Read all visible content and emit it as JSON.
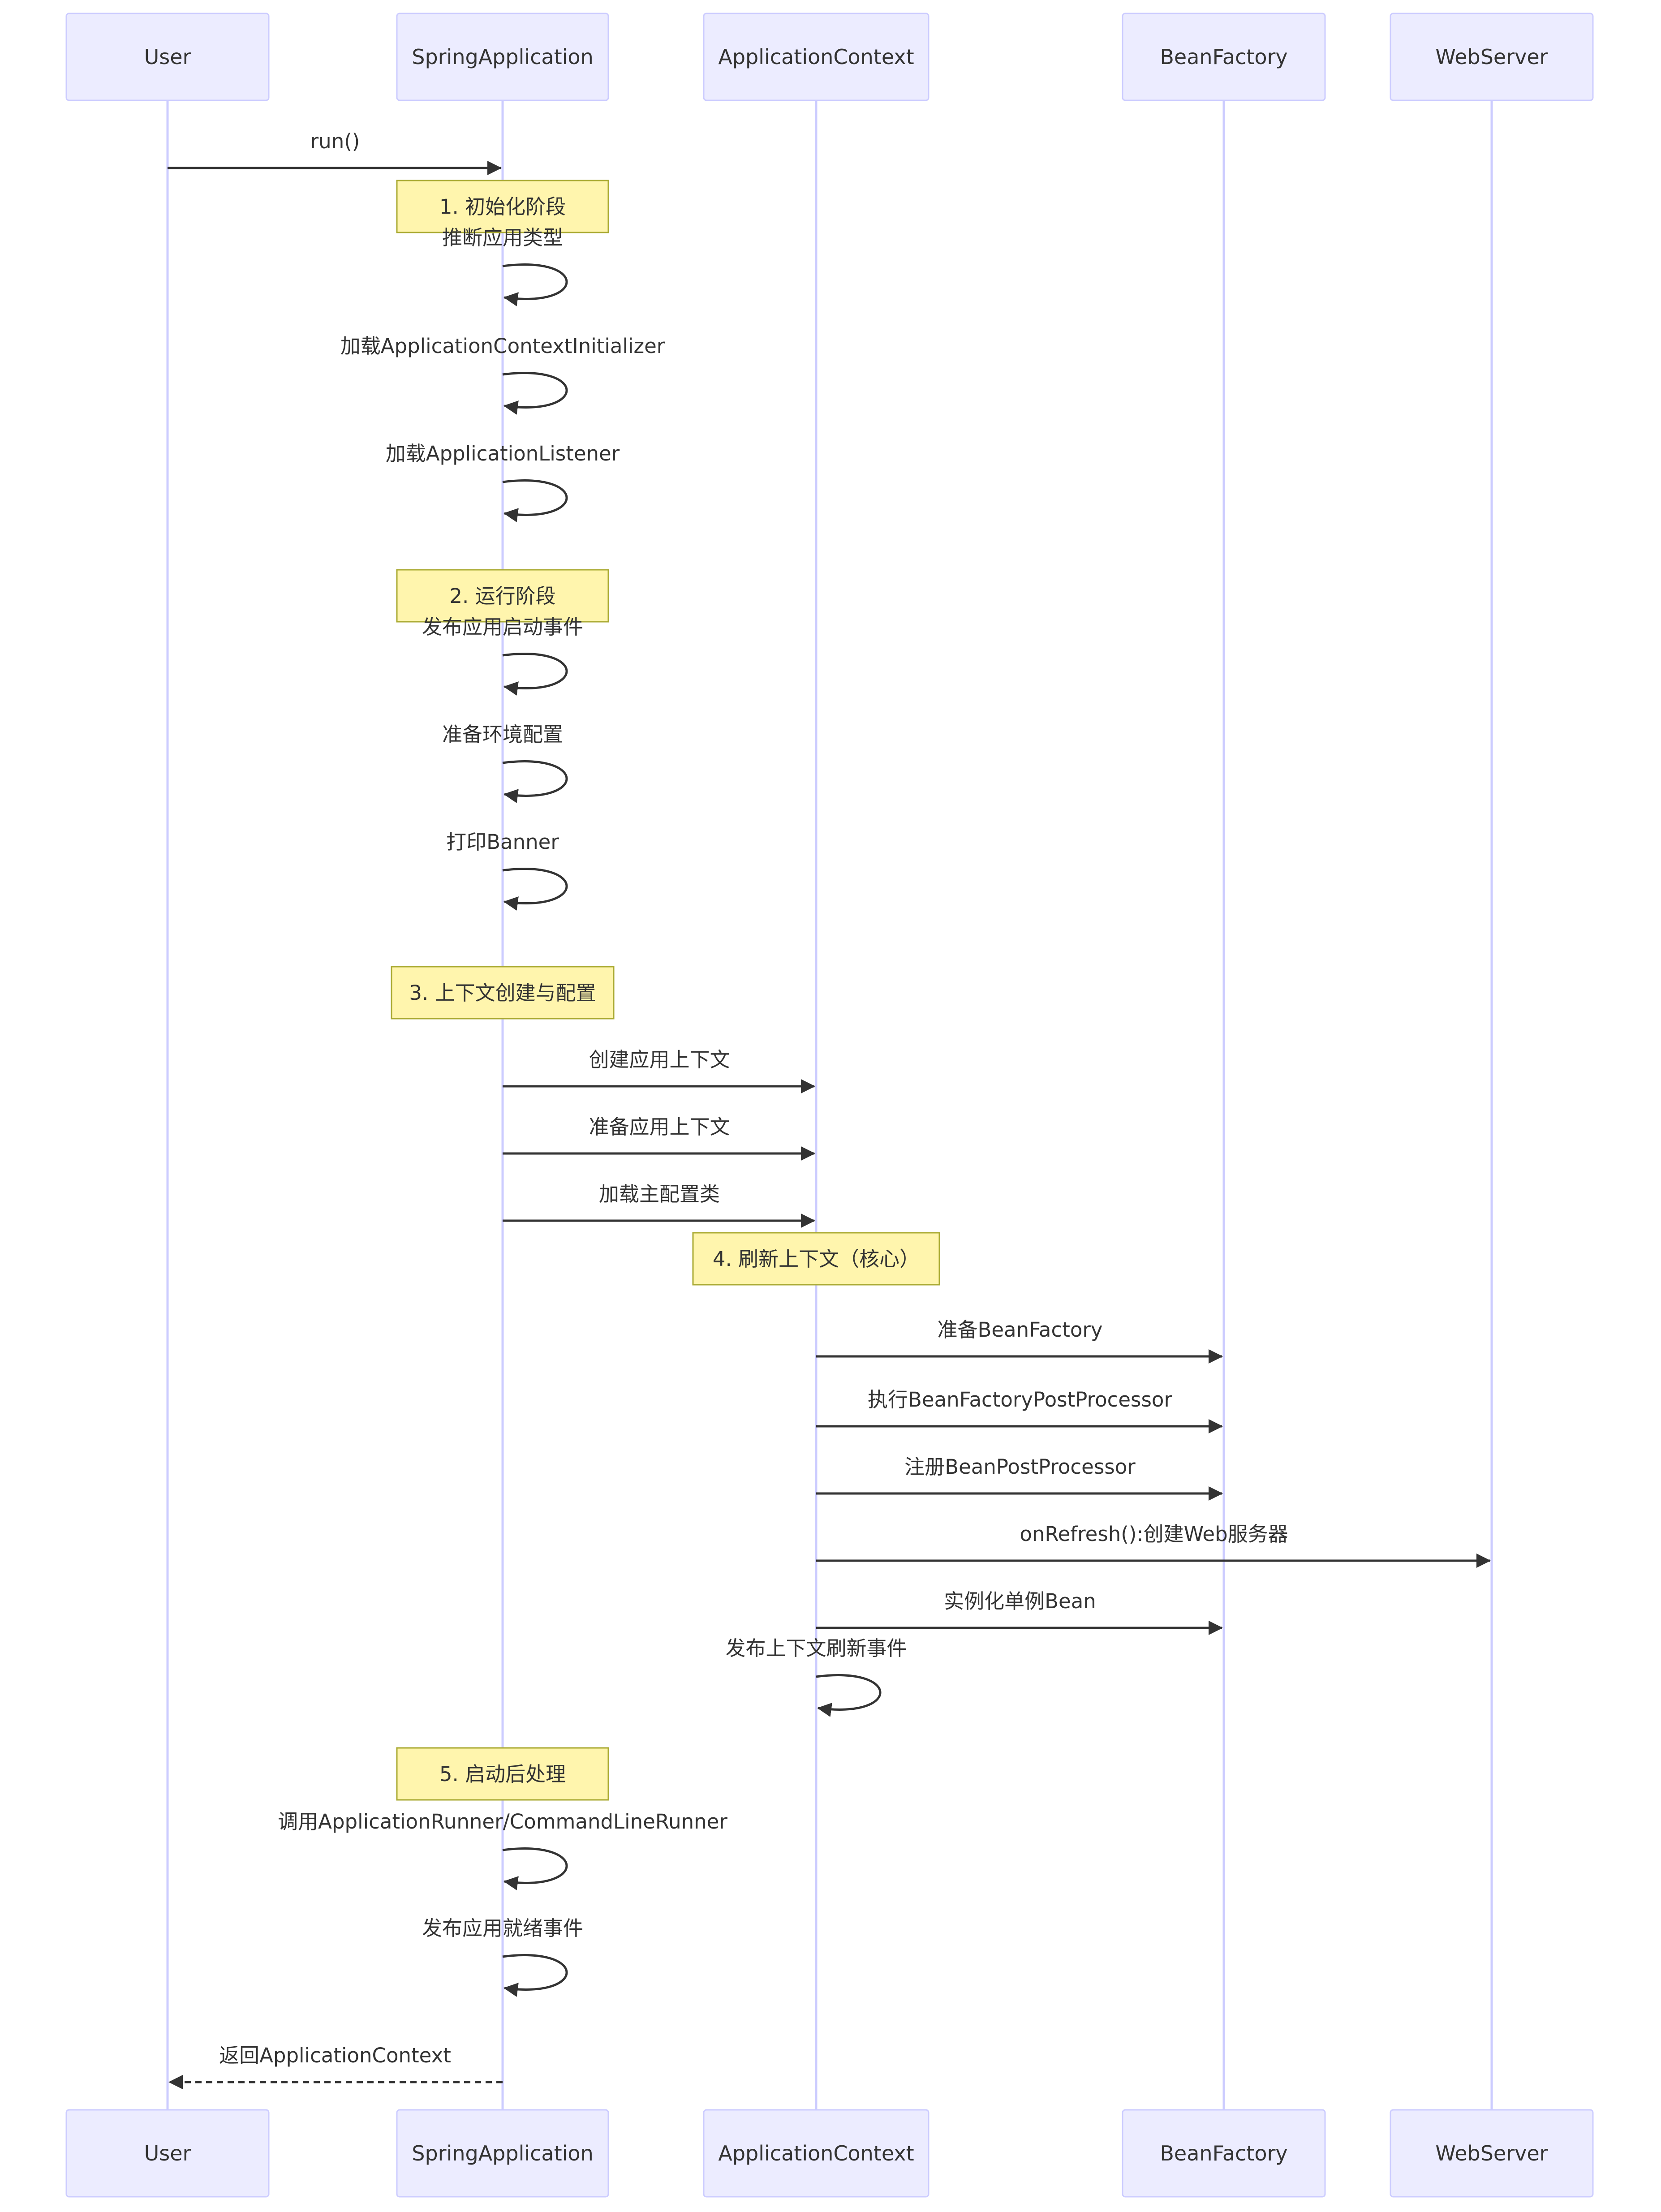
{
  "participants": [
    {
      "id": "user",
      "label": "User"
    },
    {
      "id": "app",
      "label": "SpringApplication"
    },
    {
      "id": "ctx",
      "label": "ApplicationContext"
    },
    {
      "id": "bf",
      "label": "BeanFactory"
    },
    {
      "id": "ws",
      "label": "WebServer"
    }
  ],
  "notes": [
    {
      "label": "1. 初始化阶段",
      "over": "app"
    },
    {
      "label": "2. 运行阶段",
      "over": "app"
    },
    {
      "label": "3. 上下文创建与配置",
      "over": "app"
    },
    {
      "label": "4. 刷新上下文（核心）",
      "over": "ctx"
    },
    {
      "label": "5. 启动后处理",
      "over": "app"
    }
  ],
  "messages": [
    {
      "from": "user",
      "to": "app",
      "label": "run()",
      "style": "solid"
    },
    {
      "from": "app",
      "to": "app",
      "label": "推断应用类型",
      "style": "solid"
    },
    {
      "from": "app",
      "to": "app",
      "label": "加载ApplicationContextInitializer",
      "style": "solid"
    },
    {
      "from": "app",
      "to": "app",
      "label": "加载ApplicationListener",
      "style": "solid"
    },
    {
      "from": "app",
      "to": "app",
      "label": "发布应用启动事件",
      "style": "solid"
    },
    {
      "from": "app",
      "to": "app",
      "label": "准备环境配置",
      "style": "solid"
    },
    {
      "from": "app",
      "to": "app",
      "label": "打印Banner",
      "style": "solid"
    },
    {
      "from": "app",
      "to": "ctx",
      "label": "创建应用上下文",
      "style": "solid"
    },
    {
      "from": "app",
      "to": "ctx",
      "label": "准备应用上下文",
      "style": "solid"
    },
    {
      "from": "app",
      "to": "ctx",
      "label": "加载主配置类",
      "style": "solid"
    },
    {
      "from": "ctx",
      "to": "bf",
      "label": "准备BeanFactory",
      "style": "solid"
    },
    {
      "from": "ctx",
      "to": "bf",
      "label": "执行BeanFactoryPostProcessor",
      "style": "solid"
    },
    {
      "from": "ctx",
      "to": "bf",
      "label": "注册BeanPostProcessor",
      "style": "solid"
    },
    {
      "from": "ctx",
      "to": "ws",
      "label": "onRefresh():创建Web服务器",
      "style": "solid"
    },
    {
      "from": "ctx",
      "to": "bf",
      "label": "实例化单例Bean",
      "style": "solid"
    },
    {
      "from": "ctx",
      "to": "ctx",
      "label": "发布上下文刷新事件",
      "style": "solid"
    },
    {
      "from": "app",
      "to": "app",
      "label": "调用ApplicationRunner/CommandLineRunner",
      "style": "solid"
    },
    {
      "from": "app",
      "to": "app",
      "label": "发布应用就绪事件",
      "style": "solid"
    },
    {
      "from": "app",
      "to": "user",
      "label": "返回ApplicationContext",
      "style": "dashed"
    }
  ],
  "colors": {
    "actor_fill": "#ECECFF",
    "actor_stroke": "#CCCCFF",
    "lifeline": "#CCCCFF",
    "note_fill": "#FFF5AD",
    "note_stroke": "#AAAA33",
    "line": "#333333",
    "text": "#333333"
  }
}
